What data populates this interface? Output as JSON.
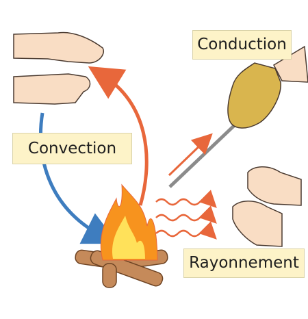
{
  "labels": {
    "conduction": "Conduction",
    "convection": "Convection",
    "rayonnement": "Rayonnement"
  },
  "colors": {
    "label_background": "#fdf3c8",
    "warm_arrow": "#e8673b",
    "cool_arrow": "#3e7dbf",
    "skin": "#f9ddc4",
    "skin_outline": "#4a3a30",
    "glove": "#d9b54e",
    "rod": "#8b8b8b",
    "log": "#c58a5a",
    "flame_outer": "#f7931e",
    "flame_inner": "#ffe15a"
  },
  "icons": {
    "convection_hands": "hands-over-fire-icon",
    "conduction_glove": "gloved-hand-icon",
    "rayonnement_hands": "warming-hands-icon",
    "fire": "campfire-icon"
  }
}
